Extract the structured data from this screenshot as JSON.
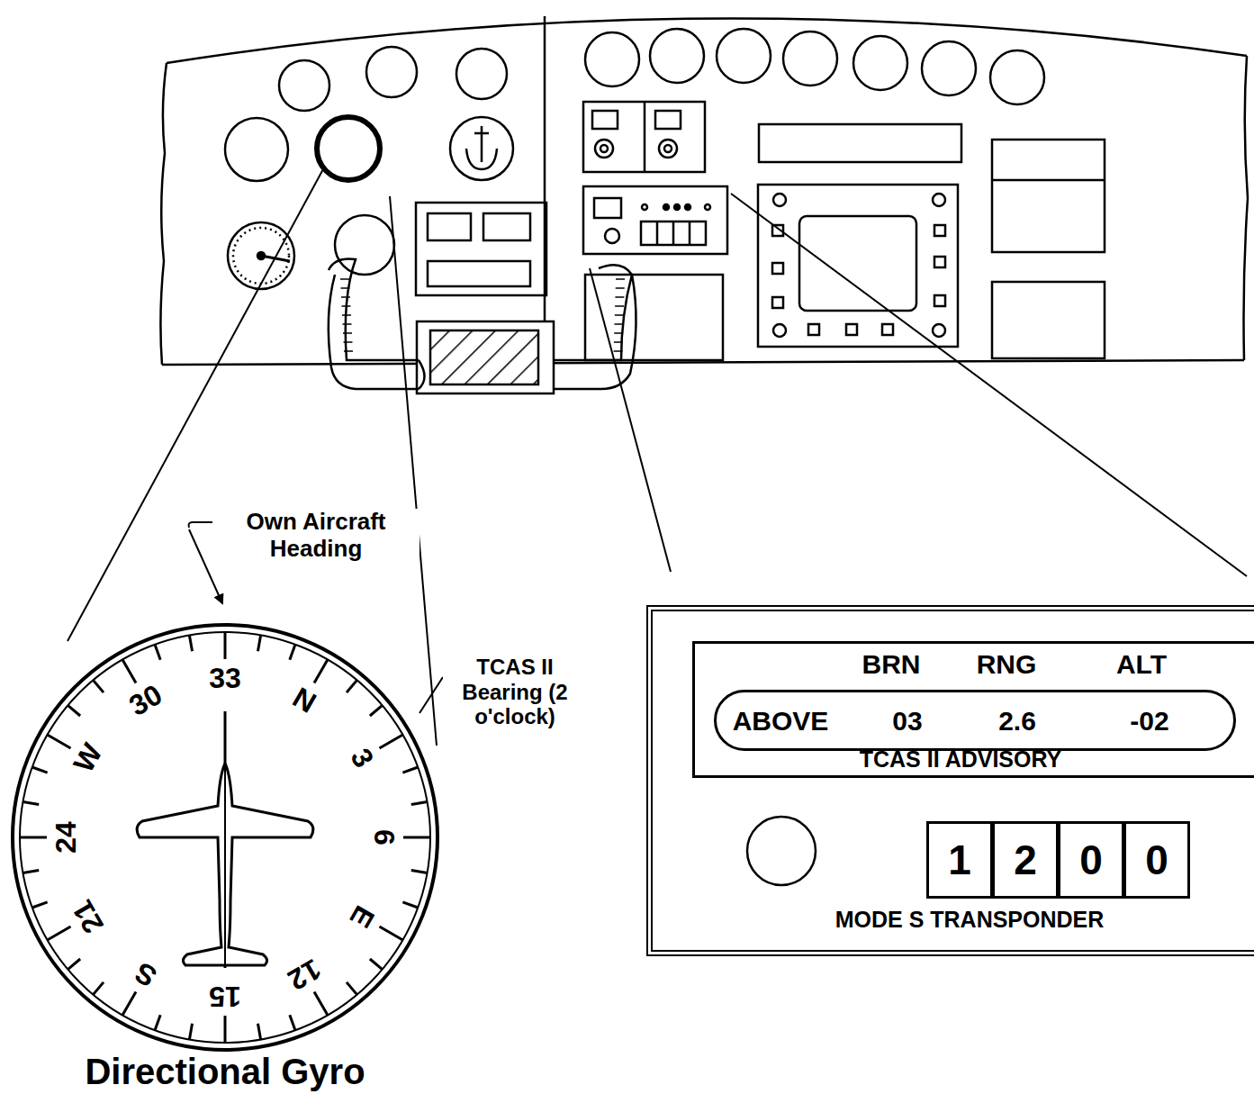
{
  "diagram": {
    "nodes": [
      {
        "text": [
          "Directional Gyro"
        ]
      },
      {
        "text": [
          "MODE S TRANSPONDER"
        ]
      },
      {
        "text": [
          "TCAS II ADVISORY"
        ],
        "in": 1
      },
      {
        "text": [
          "ABOVE",
          "03",
          "2.6",
          "-02"
        ],
        "in": 2
      },
      {
        "text": [
          "1"
        ],
        "in": 1
      },
      {
        "text": [
          "2"
        ],
        "in": 1
      },
      {
        "text": [
          "0"
        ],
        "in": 1
      },
      {
        "text": [
          "0"
        ],
        "in": 1
      }
    ],
    "labels": [
      "Own Aircraft Heading",
      "TCAS II Bearing (2 o'clock)",
      "BRN",
      "RNG",
      "ALT",
      "30",
      "33",
      "N",
      "3",
      "6",
      "E",
      "12",
      "15",
      "S",
      "21",
      "24",
      "W"
    ]
  }
}
